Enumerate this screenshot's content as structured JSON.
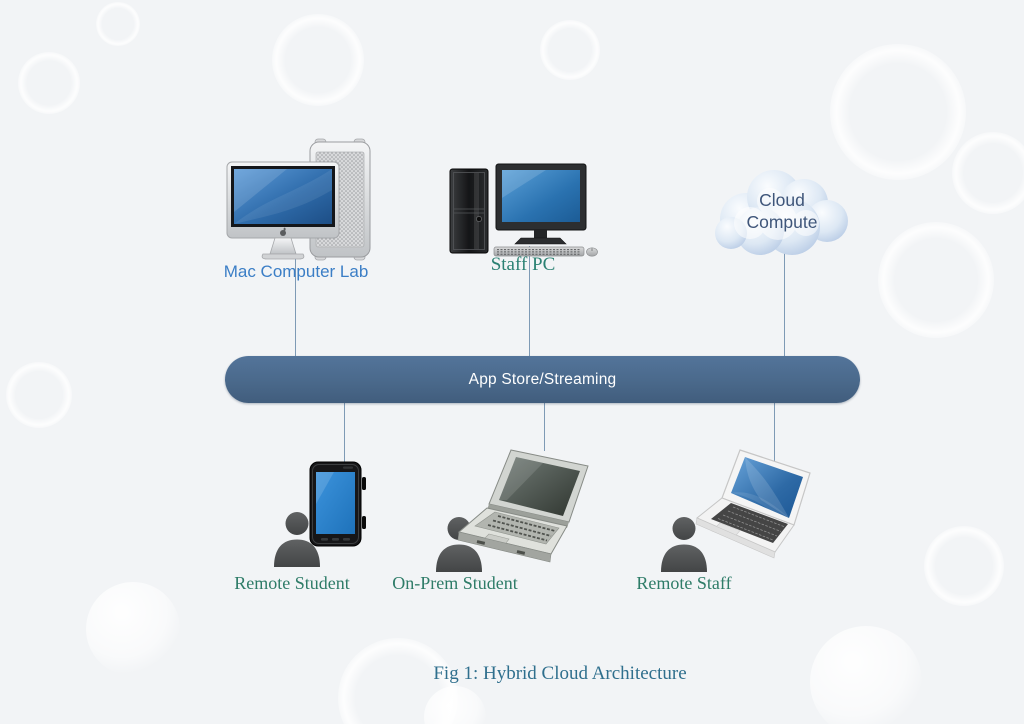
{
  "diagram": {
    "type": "network-architecture",
    "caption": "Fig 1: Hybrid Cloud Architecture",
    "bus": {
      "label": "App Store/Streaming"
    },
    "nodes": {
      "mac_lab": {
        "label": "Mac Computer Lab",
        "icon": "imac-with-macpro-tower-icon"
      },
      "staff_pc": {
        "label": "Staff PC",
        "icon": "desktop-pc-icon"
      },
      "cloud": {
        "label_line1": "Cloud",
        "label_line2": "Compute",
        "icon": "cloud-icon"
      },
      "remote_student": {
        "label": "Remote Student",
        "icon": "person-with-smartphone-icon"
      },
      "onprem_student": {
        "label": "On-Prem Student",
        "icon": "person-with-laptop-icon"
      },
      "remote_staff": {
        "label": "Remote Staff",
        "icon": "person-with-macbook-icon"
      }
    },
    "connections": [
      {
        "from": "mac_lab",
        "to": "bus"
      },
      {
        "from": "staff_pc",
        "to": "bus"
      },
      {
        "from": "cloud",
        "to": "bus"
      },
      {
        "from": "bus",
        "to": "remote_student"
      },
      {
        "from": "bus",
        "to": "onprem_student"
      },
      {
        "from": "bus",
        "to": "remote_staff"
      }
    ],
    "colors": {
      "background": "#f2f4f6",
      "bus_fill": "#4a698b",
      "bus_text": "#ffffff",
      "connector": "#7e9ab5",
      "label_blue": "#3b7ec6",
      "label_teal": "#2b8173",
      "label_green": "#2e7c68",
      "cloud_text": "#3f567a",
      "caption_text": "#2f6f8d",
      "screen_blue": "#2f7cc0"
    }
  }
}
